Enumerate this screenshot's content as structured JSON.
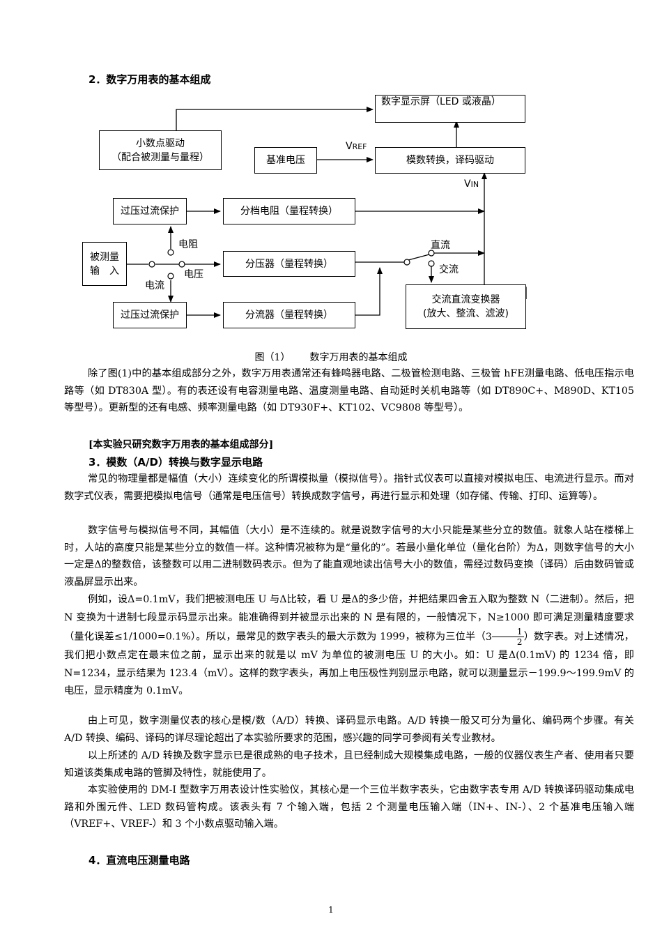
{
  "section2": {
    "heading": "2．数字万用表的基本组成"
  },
  "diagram": {
    "boxes": {
      "display": "数字显示屏（LED 或液晶）",
      "decimal_line1": "小数点驱动",
      "decimal_line2": "（配合被测量与量程）",
      "reference": "基准电压",
      "adc": "模数转换，译码驱动",
      "protect_top": "过压过流保护",
      "resistor_div": "分档电阻（量程转换）",
      "input_line1": "被测量",
      "input_line2": "输　入",
      "voltage_div": "分压器（量程转换）",
      "protect_bottom": "过压过流保护",
      "shunt": "分流器（量程转换）",
      "acdc_line1": "交流直流变换器",
      "acdc_line2": "(放大、整流、滤波)"
    },
    "labels": {
      "vref_main": "V",
      "vref_sub": "REF",
      "vin_main": "V",
      "vin_sub": "IN",
      "resistance": "电阻",
      "voltage": "电压",
      "current": "电流",
      "dc": "直流",
      "ac": "交流"
    }
  },
  "caption": {
    "fig": "图（1）",
    "title": "数字万用表的基本组成"
  },
  "p1": "除了图(1)中的基本组成部分之外，数字万用表通常还有蜂鸣器电路、二极管检测电路、三极管 hFE测量电路、低电压指示电路等（如 DT830A 型）。有的表还设有电容测量电路、温度测量电路、自动延时关机电路等（如 DT890C+、M890D、KT105 等型号）。更新型的还有电感、频率测量电路（如 DT930F+、KT102、VC9808 等型号）。",
  "note": "[本实验只研究数字万用表的基本组成部分]",
  "section3": {
    "heading": "3．模数（A/D）转换与数字显示电路"
  },
  "p2": "常见的物理量都是幅值（大小）连续变化的所谓模拟量（模拟信号）。指针式仪表可以直接对模拟电压、电流进行显示。而对数字式仪表，需要把模拟电信号（通常是电压信号）转换成数字信号，再进行显示和处理（如存储、传输、打印、运算等）。",
  "p3": "数字信号与模拟信号不同，其幅值（大小）是不连续的。就是说数字信号的大小只能是某些分立的数值。就象人站在楼梯上时，人站的高度只能是某些分立的数值一样。这种情况被称为是“量化的”。若最小量化单位（量化台阶）为Δ，则数字信号的大小一定是Δ的整数倍，该整数可以用二进制数码表示。但为了能直观地读出信号大小的数值，需经过数码变换（译码）后由数码管或液晶屏显示出来。",
  "p4a": "例如，设Δ=0.1mV，我们把被测电压 U 与Δ比较，看 U 是Δ的多少倍，并把结果四舍五入取为整数 N（二进制）。然后，把 N 变换为十进制七段显示码显示出来。能准确得到并被显示出来的 N 是有限的，一般情况下，N≥1000 即可满足测量精度要求（量化误差≤1/1000=0.1%）。所以，最常见的数字表头的最大示数为 1999，被称为三位半（",
  "frac_whole": "3",
  "frac_num": "1",
  "frac_den": "2",
  "p4b": "）数字表。对上述情况，我们把小数点定在最末位之前，显示出来的就是以 mV 为单位的被测电压 U 的大小。如：U 是Δ(0.1mV) 的 1234 倍，即 N=1234，显示结果为 123.4（mV）。这样的数字表头，再加上电压极性判别显示电路，就可以测量显示－199.9～199.9mV 的电压，显示精度为 0.1mV。",
  "p5": "由上可见，数字测量仪表的核心是模/数（A/D）转换、译码显示电路。A/D 转换一般又可分为量化、编码两个步骤。有关 A/D 转换、编码、译码的详尽理论超出了本实验所要求的范围，感兴趣的同学可参阅有关专业教材。",
  "p6": "以上所述的 A/D 转换及数字显示已是很成熟的电子技术，且已经制成大规模集成电路，一般的仪器仪表生产者、使用者只要知道该类集成电路的管脚及特性，就能使用了。",
  "p7": "本实验使用的 DM-I 型数字万用表设计性实验仪，其核心是一个三位半数字表头，它由数字表专用 A/D 转换译码驱动集成电路和外围元件、LED 数码管构成。该表头有 7 个输入端，包括 2 个测量电压输入端（IN+、IN-）、2 个基准电压输入端（VREF+、VREF-）和 3 个小数点驱动输入端。",
  "section4": {
    "heading": "4．直流电压测量电路"
  },
  "page_number": "1"
}
